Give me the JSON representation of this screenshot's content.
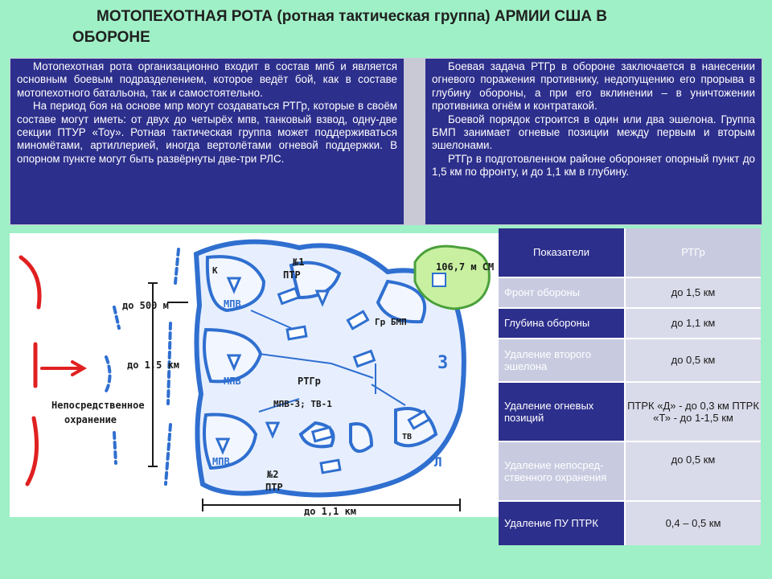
{
  "title": {
    "line1": "МОТОПЕХОТНАЯ РОТА (ротная тактическая группа) АРМИИ США В",
    "line2": "ОБОРОНЕ"
  },
  "left_text": {
    "p1": "Мотопехотная рота организационно входит в состав мпб и является основным боевым подразделением, которое ведёт бой, как в составе мотопехотного батальона, так и самостоятельно.",
    "p2": "На период боя на основе мпр могут создаваться РТГр, которые в своём составе могут иметь: от двух до четырёх мпв, танковый взвод, одну-две секции ПТУР «Тоу». Ротная тактическая группа может поддерживаться миномётами, артиллерией, иногда вертолётами огневой поддержки. В опорном пункте могут быть развёрнуты две-три РЛС."
  },
  "right_text": {
    "p1": "Боевая задача РТГр в обороне заключается в нанесении огневого поражения противнику, недопущению его прорыва в глубину обороны, а при его вклинении – в уничтожении противника огнём и контратакой.",
    "p2": "Боевой порядок строится в один или два эшелона. Группа БМП занимает огневые позиции между первым и вторым эшелонами.",
    "p3": "РТГр в подготовленном районе обороняет опорный пункт до 1,5 км по фронту, и до 1,1 км в глубину."
  },
  "diagram": {
    "label_500": "до 500 м",
    "label_15": "до 1,5 км",
    "label_11": "до 1,1 км",
    "label_guard_1": "Непосредственное",
    "label_guard_2": "охранение",
    "label_mpv1": "МПВ",
    "label_mpv2": "МПВ",
    "label_mpv3": "МПВ",
    "label_n1": "№1",
    "label_ptr1": "ПТР",
    "label_n2": "№2",
    "label_ptr2": "ПТР",
    "label_rtgr": "РТГр",
    "label_mpv_tv": "МПВ-3; ТВ-1",
    "label_bmp": "Гр БМП",
    "label_height": "106,7 м СМ",
    "label_3": "3",
    "label_tv": "ТВ",
    "label_l": "Л",
    "label_k": "К"
  },
  "table": {
    "header": {
      "col1": "Показатели",
      "col2": "РТГр"
    },
    "rows": [
      {
        "name": "Фронт обороны",
        "value": "до 1,5 км"
      },
      {
        "name": "Глубина обороны",
        "value": "до 1,1 км"
      },
      {
        "name": "Удаление второго эшелона",
        "value": "до 0,5 км"
      },
      {
        "name": "Удаление огневых позиций",
        "value": "ПТРК «Д» - до 0,3 км ПТРК «Т» - до 1-1,5 км"
      },
      {
        "name": "Удаление непосред-ственного охранения",
        "value": "до 0,5 км"
      },
      {
        "name": "Удаление ПУ ПТРК",
        "value": "0,4 – 0,5 км"
      }
    ]
  },
  "colors": {
    "background": "#9ff0c6",
    "panel": "#2d2f8c",
    "diagram_blue": "#2f6fd0",
    "diagram_fill": "#dbe8ff",
    "enemy_red": "#e02020",
    "height_green": "#c8f0a0"
  }
}
